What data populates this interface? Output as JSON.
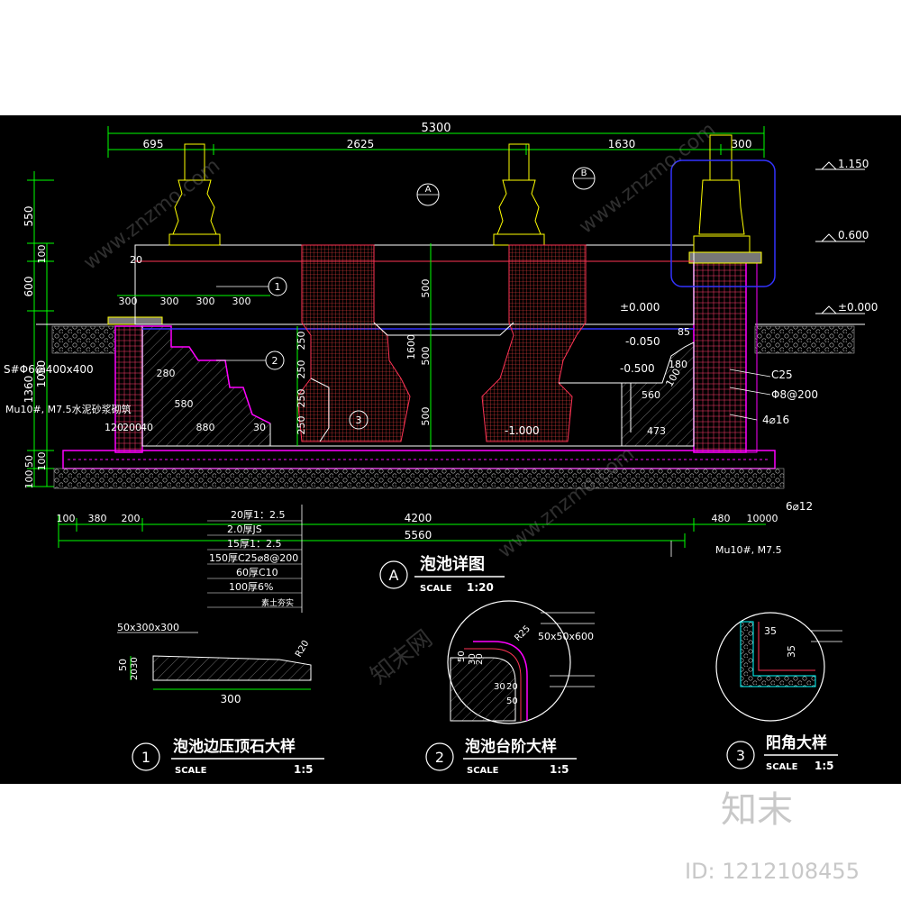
{
  "main": {
    "dims_top": [
      "695",
      "2625",
      "1630",
      "300"
    ],
    "dim_total": "5300",
    "dims_left": [
      "550",
      "100",
      "600",
      "1050",
      "1360",
      "100",
      "50",
      "100"
    ],
    "elev_right": [
      "1.150",
      "0.600",
      "±0.000"
    ],
    "elev_inner": [
      "±0.000",
      "-0.050",
      "-0.500",
      "-1.000"
    ],
    "steps_top": [
      "300",
      "300",
      "300",
      "300"
    ],
    "steps": [
      "280",
      "580",
      "880",
      "30"
    ],
    "step_heights": [
      "250",
      "250",
      "250",
      "250"
    ],
    "center_dims": [
      "500",
      "1600",
      "500",
      "500"
    ],
    "right_inner": [
      "85",
      "180",
      "100",
      "560",
      "473"
    ],
    "left_texts": [
      "S#Φ6@400x400",
      "Mu10#, M7.5水泥砂浆砌筑",
      "120",
      "200",
      "40",
      "20"
    ],
    "right_texts": [
      "C25",
      "Φ8@200",
      "4⌀16",
      "6⌀12"
    ],
    "bottom_dims": [
      "100",
      "380",
      "200",
      "4200",
      "480",
      "10000",
      "5560"
    ],
    "layers": [
      "20厚1：2.5",
      "2.0厚JS",
      "15厚1：2.5",
      "150厚C25⌀8@200",
      "60厚C10",
      "100厚6%",
      "素土夯实"
    ],
    "mu_right": "Mu10#, M7.5",
    "callouts": [
      "1",
      "2",
      "3"
    ],
    "section_marks": [
      "A",
      "B"
    ],
    "title": "泡池详图",
    "title_circle": "A",
    "scale_label": "SCALE",
    "scale_value": "1:20"
  },
  "details": [
    {
      "num": "1",
      "title": "泡池边压顶石大样",
      "scale_label": "SCALE",
      "scale": "1:5",
      "dims": [
        "50x300x300",
        "50",
        "30",
        "20",
        "300",
        "R20"
      ]
    },
    {
      "num": "2",
      "title": "泡池台阶大样",
      "scale_label": "SCALE",
      "scale": "1:5",
      "dims": [
        "R25",
        "50x50x600",
        "50",
        "30",
        "20",
        "30",
        "20",
        "50"
      ]
    },
    {
      "num": "3",
      "title": "阳角大样",
      "scale_label": "SCALE",
      "scale": "1:5",
      "dims": [
        "35",
        "35"
      ]
    }
  ],
  "watermark": {
    "logo": "知末",
    "id": "ID: 1212108455",
    "site": "www.znzmo.com",
    "site_cn": "知末网"
  },
  "colors": {
    "bg": "#000000",
    "dim": "#00ff00",
    "wall": "#ff00ff",
    "hatch": "#ff0000",
    "yellow": "#ffff00",
    "white": "#ffffff",
    "cyan": "#00ffff",
    "blue": "#3333ff"
  }
}
